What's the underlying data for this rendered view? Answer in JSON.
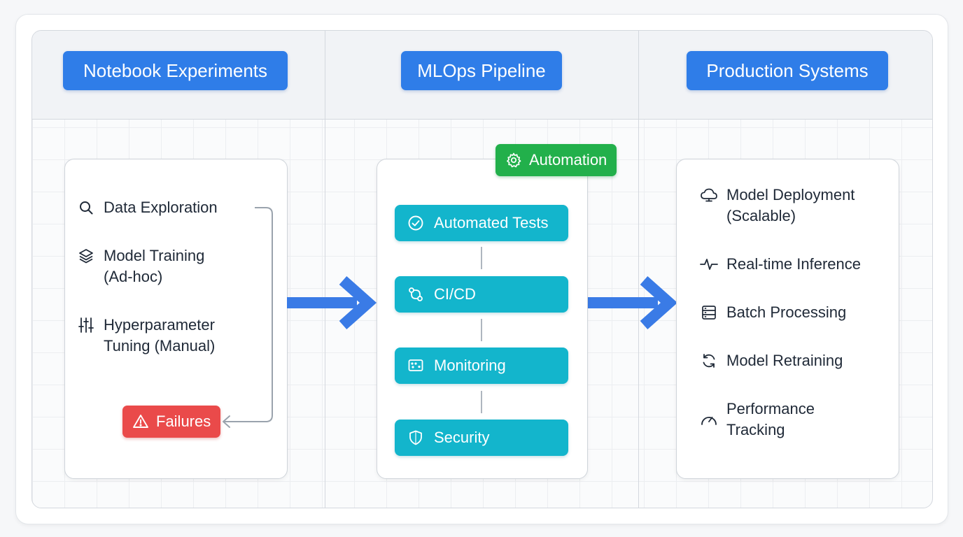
{
  "colors": {
    "header_blue": "#2f7de8",
    "step_teal": "#13b5cc",
    "automation_green": "#22b04b",
    "failure_red": "#ea4a4a",
    "arrow_blue": "#3a7be6"
  },
  "columns": [
    {
      "title": "Notebook Experiments"
    },
    {
      "title": "MLOps Pipeline"
    },
    {
      "title": "Production Systems"
    }
  ],
  "notebook": {
    "items": [
      {
        "icon": "search-icon",
        "line1": "Data Exploration",
        "line2": ""
      },
      {
        "icon": "layers-icon",
        "line1": "Model Training",
        "line2": "(Ad-hoc)"
      },
      {
        "icon": "sliders-icon",
        "line1": "Hyperparameter",
        "line2": "Tuning (Manual)"
      }
    ],
    "failure_badge": {
      "icon": "warning-icon",
      "label": "Failures"
    }
  },
  "pipeline": {
    "automation_badge": {
      "icon": "gear-icon",
      "label": "Automation"
    },
    "steps": [
      {
        "icon": "check-circle-icon",
        "label": "Automated Tests"
      },
      {
        "icon": "git-branch-icon",
        "label": "CI/CD"
      },
      {
        "icon": "monitor-icon",
        "label": "Monitoring"
      },
      {
        "icon": "shield-icon",
        "label": "Security"
      }
    ]
  },
  "production": {
    "items": [
      {
        "icon": "cloud-icon",
        "line1": "Model Deployment",
        "line2": "(Scalable)"
      },
      {
        "icon": "pulse-icon",
        "line1": "Real-time Inference",
        "line2": ""
      },
      {
        "icon": "server-icon",
        "line1": "Batch Processing",
        "line2": ""
      },
      {
        "icon": "refresh-icon",
        "line1": "Model Retraining",
        "line2": ""
      },
      {
        "icon": "gauge-icon",
        "line1": "Performance",
        "line2": "Tracking"
      }
    ]
  }
}
